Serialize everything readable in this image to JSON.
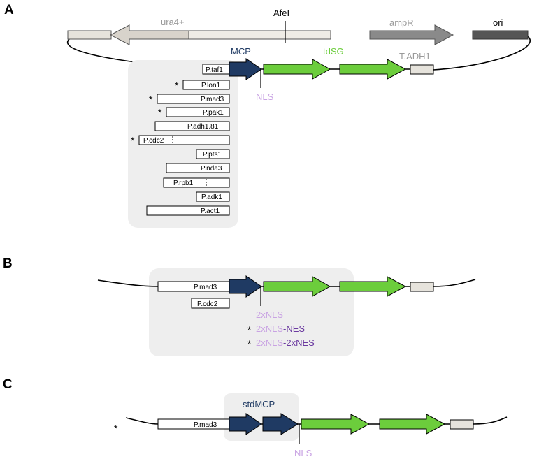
{
  "panels": {
    "a": "A",
    "b": "B",
    "c": "C"
  },
  "colors": {
    "mcp": "#1f3a63",
    "tdsg": "#6ccd3c",
    "nls": "#c9a3e3",
    "nes": "#6b3aa0",
    "gray_text": "#9a9a9a",
    "highlight_box": "#eeeeee"
  },
  "panel_a": {
    "plasmid_labels": {
      "ura4": "ura4+",
      "afei": "AfeI",
      "ampr": "ampR",
      "ori": "ori"
    },
    "mcp_label": "MCP",
    "tdsg_label": "tdSG",
    "terminator_label": "T.ADH1",
    "nls_label": "NLS",
    "promoters": [
      {
        "name": "P.taf1",
        "star": ""
      },
      {
        "name": "P.lon1",
        "star": "*"
      },
      {
        "name": "P.mad3",
        "star": "*"
      },
      {
        "name": "P.pak1",
        "star": "*"
      },
      {
        "name": "P.adh1.81",
        "star": ""
      },
      {
        "name": "P.cdc2",
        "star": "*"
      },
      {
        "name": "P.pts1",
        "star": ""
      },
      {
        "name": "P.nda3",
        "star": ""
      },
      {
        "name": "P.rpb1",
        "star": ""
      },
      {
        "name": "P.adk1",
        "star": ""
      },
      {
        "name": "P.act1",
        "star": ""
      }
    ]
  },
  "panel_b": {
    "promoter_main": "P.mad3",
    "promoter_alt": "P.cdc2",
    "signals": [
      {
        "nls": "2xNLS",
        "nes": "",
        "star": ""
      },
      {
        "nls": "2xNLS",
        "nes": "-NES",
        "star": "*"
      },
      {
        "nls": "2xNLS",
        "nes": "-2xNES",
        "star": "*"
      }
    ]
  },
  "panel_c": {
    "star": "*",
    "promoter": "P.mad3",
    "stdmcp_label": "stdMCP",
    "nls_label": "NLS"
  }
}
